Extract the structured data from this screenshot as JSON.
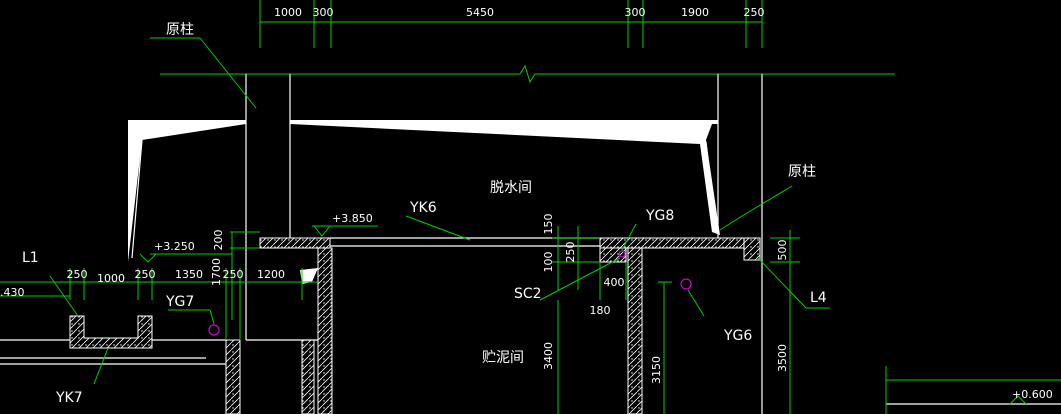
{
  "top_dimensions": [
    "1000",
    "300",
    "5450",
    "300",
    "1900",
    "250"
  ],
  "room_labels": {
    "dewatering_room": "脱水间",
    "sludge_room": "贮泥间"
  },
  "labels": {
    "original_column_left": "原柱",
    "original_column_right": "原柱",
    "yk6": "YK6",
    "yg8": "YG8",
    "yg7": "YG7",
    "yg6": "YG6",
    "sc2": "SC2",
    "l1": "L1",
    "l4": "L4",
    "yk7": "YK7"
  },
  "elevations": {
    "e3850": "+3.850",
    "e3250": "+3.250",
    "e0600": "+0.600",
    "left_cut": ".430"
  },
  "dims": {
    "d250a": "250",
    "d1000": "1000",
    "d250b": "250",
    "d1350": "1350",
    "d1700": "1700",
    "d250c": "250",
    "d1200": "1200",
    "d200": "200",
    "d150": "150",
    "d100": "100",
    "d250v": "250",
    "d400": "400",
    "d180": "180",
    "d500": "500",
    "d3400": "3400",
    "d3150": "3150",
    "d3500": "3500"
  }
}
